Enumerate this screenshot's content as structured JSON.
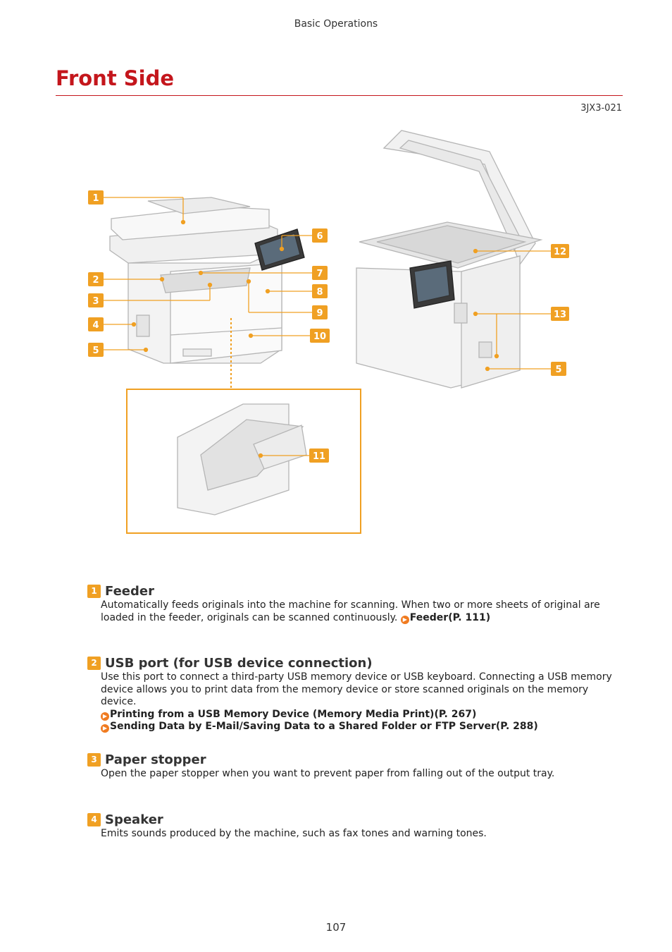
{
  "header": {
    "running_title": "Basic Operations"
  },
  "page": {
    "title": "Front Side",
    "doc_id": "3JX3-021",
    "number": "107"
  },
  "figure": {
    "callouts": [
      "1",
      "2",
      "3",
      "4",
      "5",
      "6",
      "7",
      "8",
      "9",
      "10",
      "11",
      "12",
      "13",
      "5"
    ]
  },
  "sections": [
    {
      "num": "1",
      "title": "Feeder",
      "body": "Automatically feeds originals into the machine for scanning. When two or more sheets of original are loaded in the feeder, originals can be scanned continuously.",
      "links": [
        "Feeder(P. 111)"
      ]
    },
    {
      "num": "2",
      "title": "USB port (for USB device connection)",
      "body": "Use this port to connect a third-party USB memory device or USB keyboard. Connecting a USB memory device allows you to print data from the memory device or store scanned originals on the memory device.",
      "links": [
        "Printing from a USB Memory Device (Memory Media Print)(P. 267)",
        "Sending Data by E-Mail/Saving Data to a Shared Folder or FTP Server(P. 288)"
      ]
    },
    {
      "num": "3",
      "title": "Paper stopper",
      "body": "Open the paper stopper when you want to prevent paper from falling out of the output tray.",
      "links": []
    },
    {
      "num": "4",
      "title": "Speaker",
      "body": "Emits sounds produced by the machine, such as fax tones and warning tones.",
      "links": []
    }
  ]
}
